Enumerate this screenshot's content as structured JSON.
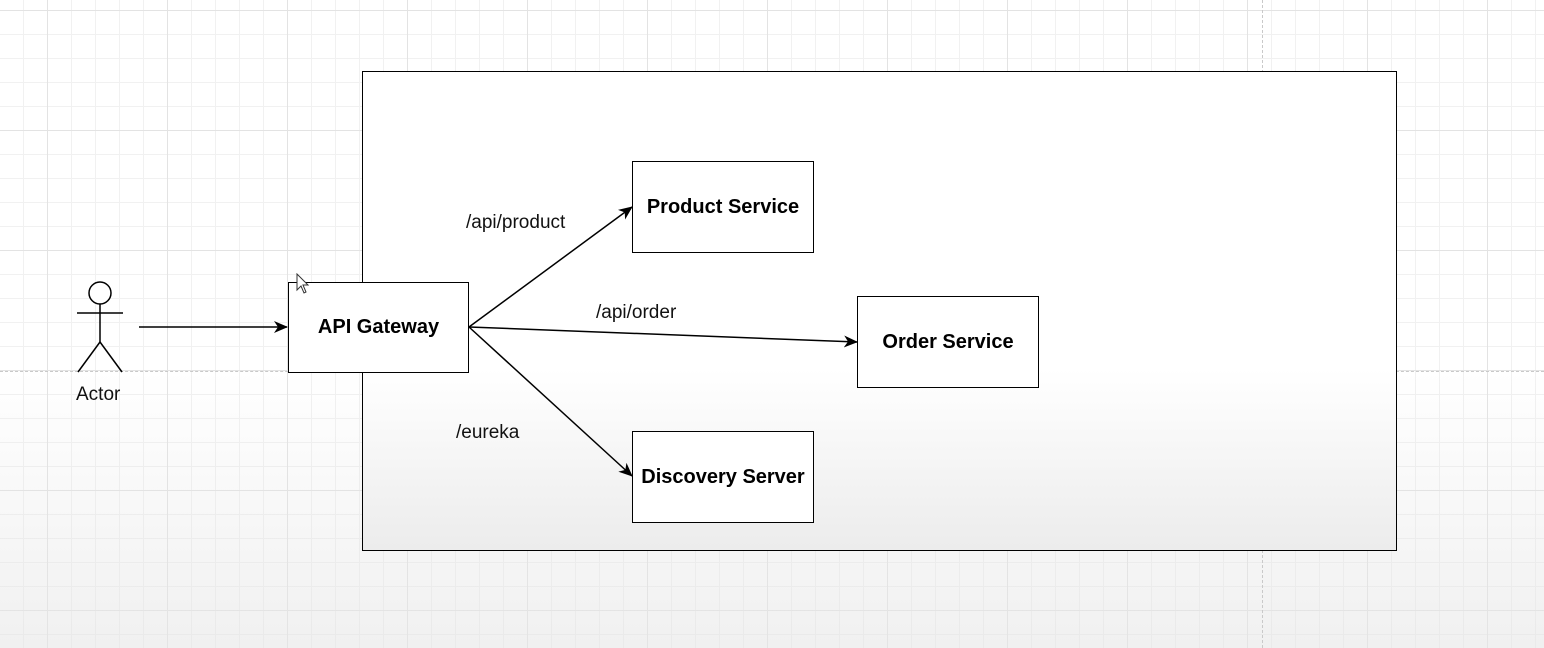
{
  "actor": {
    "label": "Actor"
  },
  "nodes": {
    "gateway": "API Gateway",
    "product": "Product Service",
    "order": "Order Service",
    "discovery": "Discovery Server"
  },
  "edges": {
    "product": "/api/product",
    "order": "/api/order",
    "discovery": "/eureka"
  },
  "colors": {
    "stroke": "#000000",
    "grid": "#e3e3e3"
  },
  "icons": {
    "actor": "stick-figure-icon",
    "cursor": "mouse-pointer-icon"
  }
}
